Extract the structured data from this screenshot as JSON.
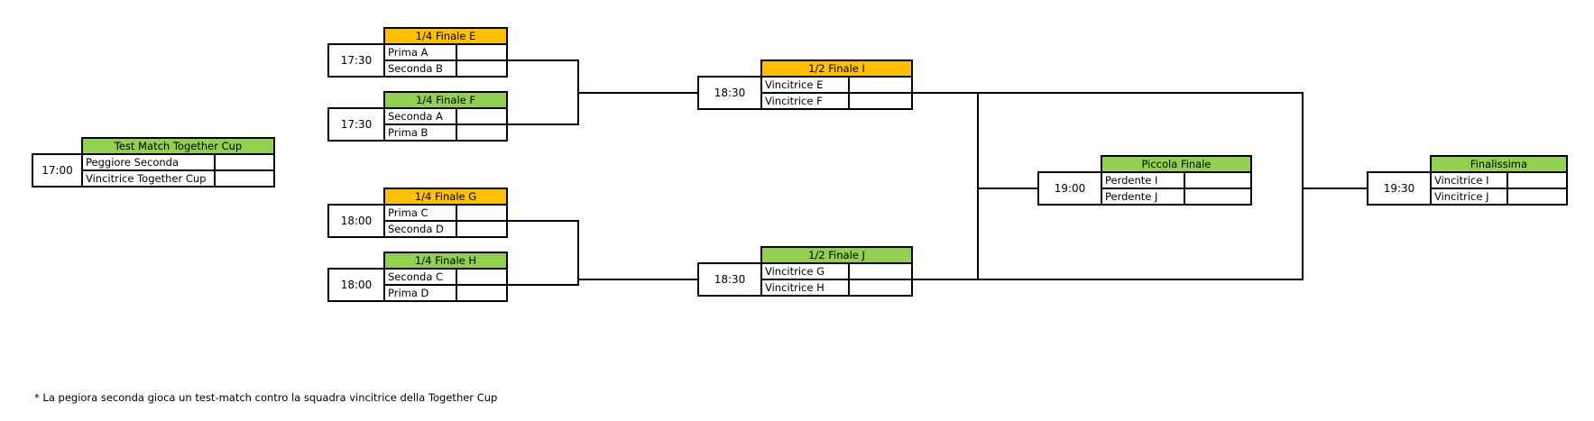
{
  "bracket": {
    "colors": {
      "orange": "#FFC000",
      "green": "#92D050",
      "border": "#000000",
      "background": "#FFFFFF"
    },
    "footnote": "* La pegiora seconda gioca un test-match contro la squadra vincitrice della Together Cup",
    "matches": [
      {
        "id": "test-match",
        "title": "Test Match Together Cup",
        "color": "green",
        "time": "17:00",
        "teams": [
          "Peggiore Seconda",
          "Vincitrice Together Cup"
        ],
        "scores": [
          "",
          ""
        ]
      },
      {
        "id": "qf-e",
        "title": "1/4 Finale E",
        "color": "orange",
        "time": "17:30",
        "teams": [
          "Prima A",
          "Seconda B"
        ],
        "scores": [
          "",
          ""
        ]
      },
      {
        "id": "qf-f",
        "title": "1/4 Finale F",
        "color": "green",
        "time": "17:30",
        "teams": [
          "Seconda A",
          "Prima B"
        ],
        "scores": [
          "",
          ""
        ]
      },
      {
        "id": "sf-i",
        "title": "1/2 Finale I",
        "color": "orange",
        "time": "18:30",
        "teams": [
          "Vincitrice E",
          "Vincitrice F"
        ],
        "scores": [
          "",
          ""
        ]
      },
      {
        "id": "qf-g",
        "title": "1/4 Finale G",
        "color": "orange",
        "time": "18:00",
        "teams": [
          "Prima C",
          "Seconda D"
        ],
        "scores": [
          "",
          ""
        ]
      },
      {
        "id": "qf-h",
        "title": "1/4 Finale H",
        "color": "green",
        "time": "18:00",
        "teams": [
          "Seconda C",
          "Prima D"
        ],
        "scores": [
          "",
          ""
        ]
      },
      {
        "id": "sf-j",
        "title": "1/2 Finale J",
        "color": "green",
        "time": "18:30",
        "teams": [
          "Vincitrice G",
          "Vincitrice H"
        ],
        "scores": [
          "",
          ""
        ]
      },
      {
        "id": "piccola-finale",
        "title": "Piccola Finale",
        "color": "green",
        "time": "19:00",
        "teams": [
          "Perdente I",
          "Perdente J"
        ],
        "scores": [
          "",
          ""
        ]
      },
      {
        "id": "finalissima",
        "title": "Finalissima",
        "color": "green",
        "time": "19:30",
        "teams": [
          "Vincitrice I",
          "Vincitrice J"
        ],
        "scores": [
          "",
          ""
        ]
      }
    ]
  }
}
